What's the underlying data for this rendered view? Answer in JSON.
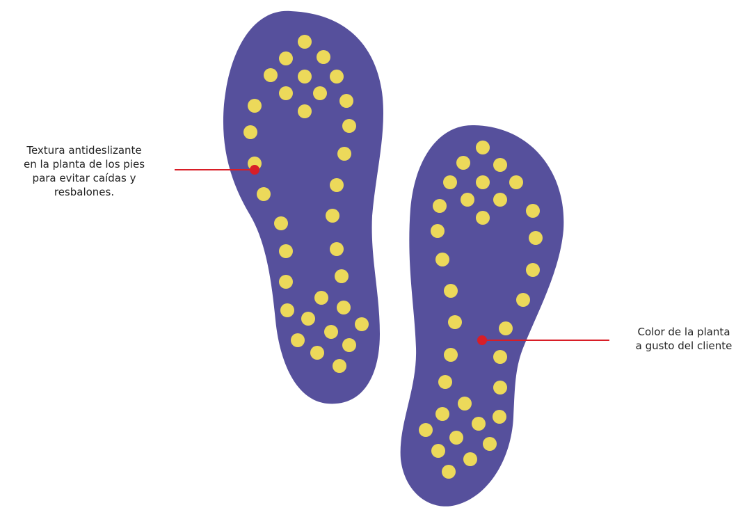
{
  "callouts": {
    "left": {
      "lines": [
        "Textura antideslizante",
        "en la planta de los pies",
        "para evitar caídas y",
        "resbalones."
      ]
    },
    "right": {
      "lines": [
        "Color de la planta",
        "a gusto del cliente"
      ]
    }
  },
  "colors": {
    "sole": "#56509c",
    "dot": "#ecd95a",
    "pointer": "#d81e27",
    "text": "#222222",
    "background": "#ffffff"
  }
}
